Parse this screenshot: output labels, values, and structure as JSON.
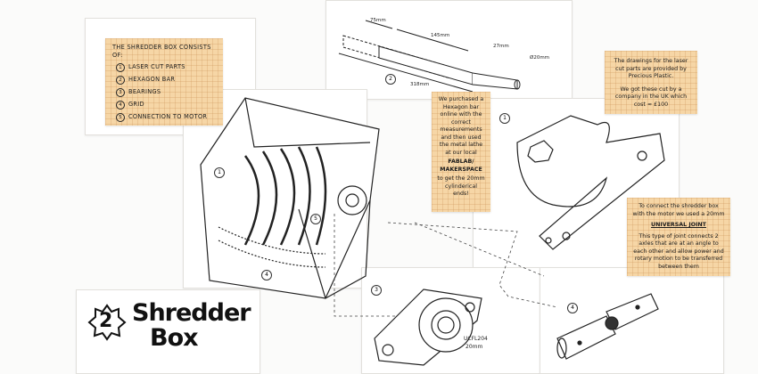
{
  "title": {
    "number": "2",
    "line1": "Shredder",
    "line2": "Box"
  },
  "components_note": {
    "heading": "THE SHREDDER BOX CONSISTS OF:",
    "items": [
      {
        "num": "1",
        "label": "LASER CUT PARTS"
      },
      {
        "num": "2",
        "label": "HEXAGON BAR"
      },
      {
        "num": "3",
        "label": "BEARINGS"
      },
      {
        "num": "4",
        "label": "GRID"
      },
      {
        "num": "5",
        "label": "CONNECTION TO MOTOR"
      }
    ]
  },
  "hexagon_note": {
    "text": "We purchased a Hexagon bar online with the correct measurements and then used the metal lathe at our local",
    "highlight": "FABLAB/ MAKERSPACE",
    "text2": "to get the 20mm cylinderical ends!"
  },
  "laser_note": {
    "p1": "The drawings for the laser cut parts are provided by Precious Plastic.",
    "p2": "We got these cut by a company in the UK which cost ≈ £100"
  },
  "joint_note": {
    "p1": "To connect the shredder box with the motor we used a 20mm",
    "heading": "UNIVERSAL JOINT",
    "p2": "This type of joint connects 2 axles that are at an angle to each other and allow power and rotary motion to be transferred between them"
  },
  "hex_bar": {
    "num": "2",
    "dims": {
      "end": "75mm",
      "hex": "145mm",
      "across": "27mm",
      "diameter": "Ø20mm",
      "total": "318mm"
    }
  },
  "bearing": {
    "num": "3",
    "model": "UCFL204",
    "size": "20mm"
  },
  "labels": {
    "shredder_1": "1",
    "shredder_4": "4",
    "shredder_5": "5",
    "part_1": "1",
    "joint_4": "4"
  }
}
